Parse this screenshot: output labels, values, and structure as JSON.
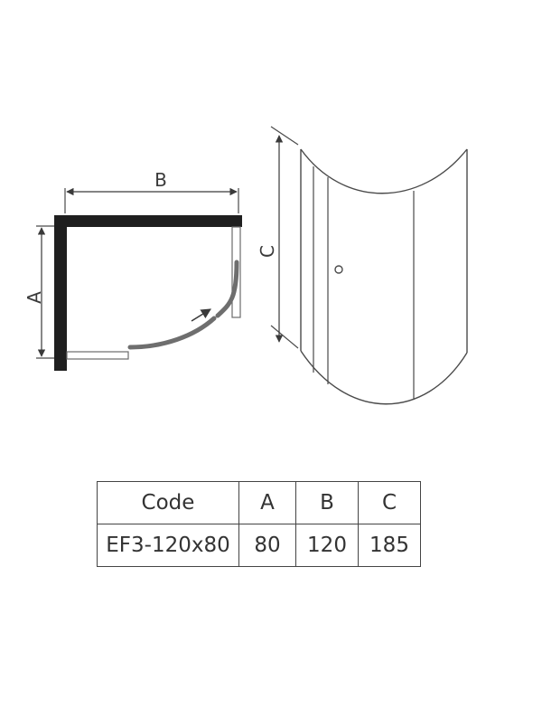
{
  "diagram": {
    "plan_view": {
      "dimension_a_label": "A",
      "dimension_b_label": "B"
    },
    "elevation_view": {
      "dimension_c_label": "C"
    }
  },
  "spec_table": {
    "headers": [
      "Code",
      "A",
      "B",
      "C"
    ],
    "rows": [
      [
        "EF3-120x80",
        "80",
        "120",
        "185"
      ]
    ]
  },
  "colors": {
    "line": "#4a4a4a",
    "wall": "#1f1f1f",
    "glass": "#8c8c8c"
  }
}
